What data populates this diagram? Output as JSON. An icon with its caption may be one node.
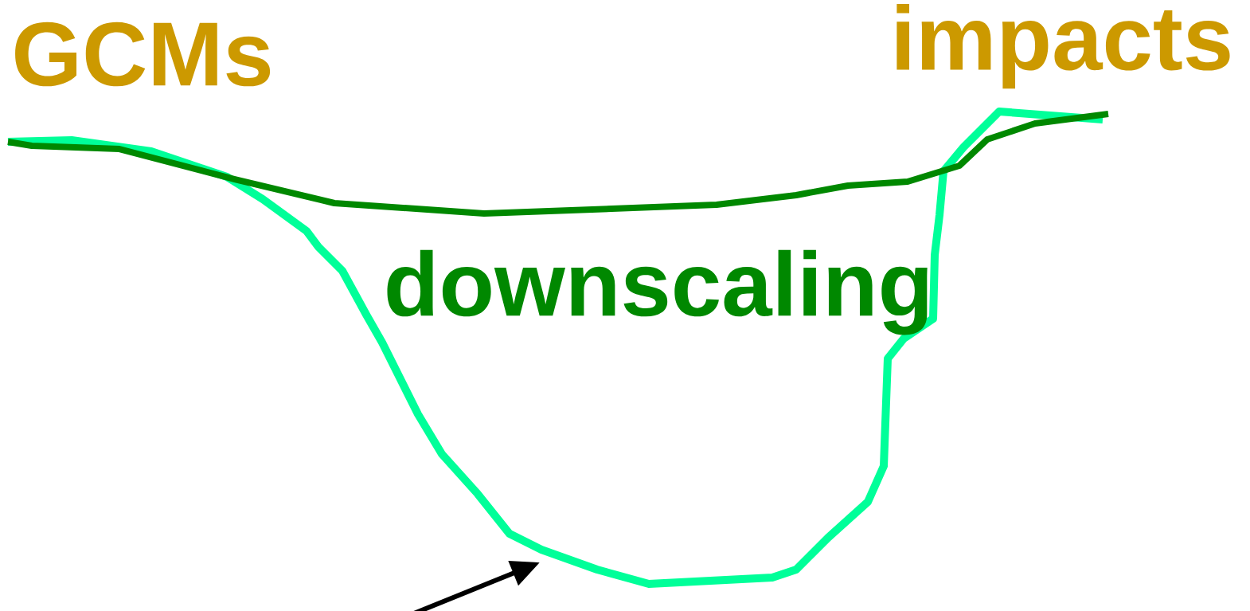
{
  "diagram": {
    "nodes": [
      {
        "text": [
          "GCMs"
        ]
      },
      {
        "text": [
          "impacts"
        ]
      }
    ],
    "edges": [
      {
        "from": 0,
        "to": 1,
        "arrow": "none",
        "color": "#00ff99"
      },
      {
        "from": 0,
        "to": 1,
        "arrow": "none",
        "color": "#008800"
      }
    ],
    "labels": [
      "downscaling"
    ]
  }
}
